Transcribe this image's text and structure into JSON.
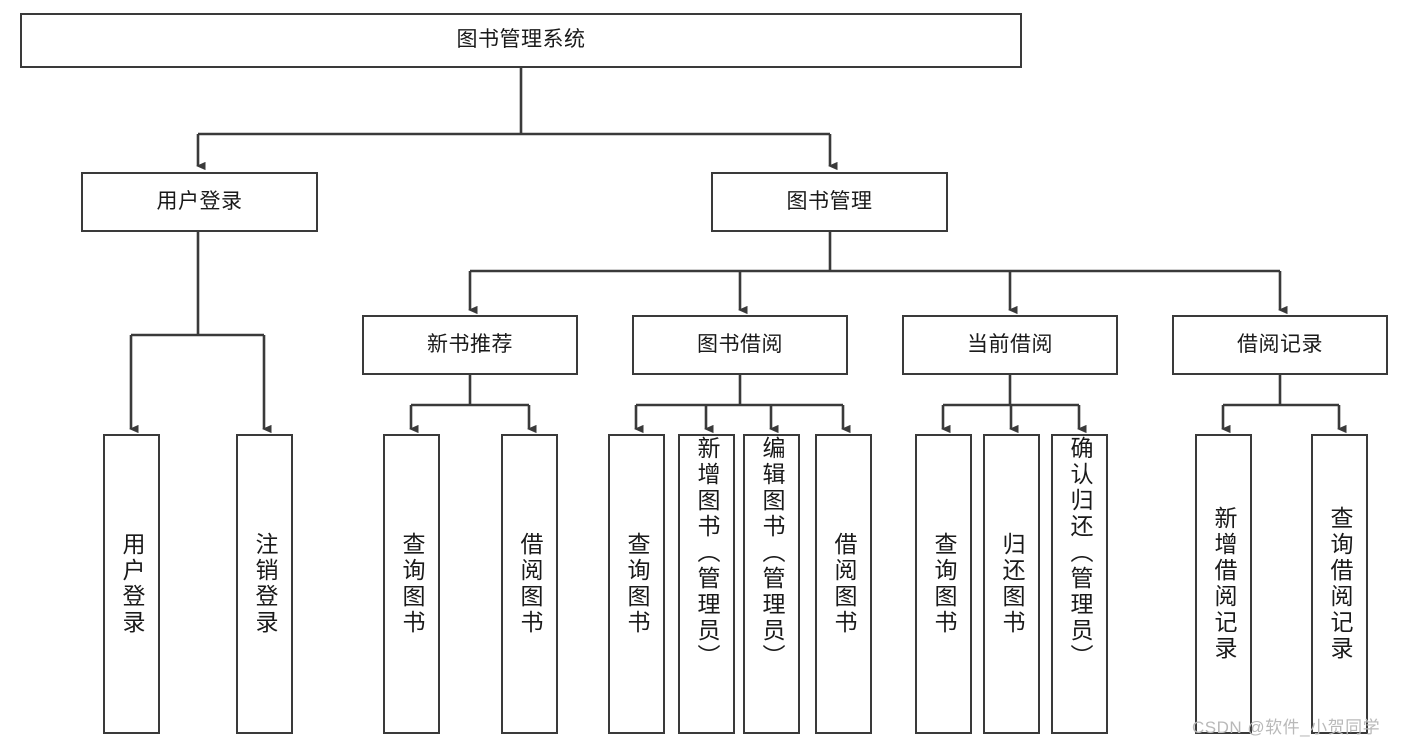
{
  "diagram": {
    "type": "tree-structure-chart",
    "title": "图书管理系统",
    "style": {
      "stroke_color": "#3a3a3a",
      "box_fill": "#ffffff",
      "text_color": "#1a1a1a",
      "background": "#ffffff"
    },
    "root": {
      "label": "图书管理系统",
      "orientation": "horizontal"
    },
    "level1": [
      {
        "label": "用户登录",
        "orientation": "horizontal"
      },
      {
        "label": "图书管理",
        "orientation": "horizontal"
      }
    ],
    "level2": [
      {
        "label": "新书推荐",
        "orientation": "horizontal",
        "parent": "图书管理"
      },
      {
        "label": "图书借阅",
        "orientation": "horizontal",
        "parent": "图书管理"
      },
      {
        "label": "当前借阅",
        "orientation": "horizontal",
        "parent": "图书管理"
      },
      {
        "label": "借阅记录",
        "orientation": "horizontal",
        "parent": "图书管理"
      }
    ],
    "leaves": [
      {
        "label": "用户登录",
        "orientation": "vertical",
        "parent": "用户登录",
        "align": "center"
      },
      {
        "label": "注销登录",
        "orientation": "vertical",
        "parent": "用户登录",
        "align": "center"
      },
      {
        "label": "查询图书",
        "orientation": "vertical",
        "parent": "新书推荐",
        "align": "center"
      },
      {
        "label": "借阅图书",
        "orientation": "vertical",
        "parent": "新书推荐",
        "align": "center"
      },
      {
        "label": "查询图书",
        "orientation": "vertical",
        "parent": "图书借阅",
        "align": "center"
      },
      {
        "label": "新增图书（管理员）",
        "orientation": "vertical",
        "parent": "图书借阅",
        "align": "top"
      },
      {
        "label": "编辑图书（管理员）",
        "orientation": "vertical",
        "parent": "图书借阅",
        "align": "top"
      },
      {
        "label": "借阅图书",
        "orientation": "vertical",
        "parent": "图书借阅",
        "align": "center"
      },
      {
        "label": "查询图书",
        "orientation": "vertical",
        "parent": "当前借阅",
        "align": "center"
      },
      {
        "label": "归还图书",
        "orientation": "vertical",
        "parent": "当前借阅",
        "align": "center"
      },
      {
        "label": "确认归还（管理员）",
        "orientation": "vertical",
        "parent": "当前借阅",
        "align": "top"
      },
      {
        "label": "新增借阅记录",
        "orientation": "vertical",
        "parent": "借阅记录",
        "align": "center"
      },
      {
        "label": "查询借阅记录",
        "orientation": "vertical",
        "parent": "借阅记录",
        "align": "center"
      }
    ]
  },
  "watermark": {
    "text": "CSDN @软件_小贺同学"
  }
}
